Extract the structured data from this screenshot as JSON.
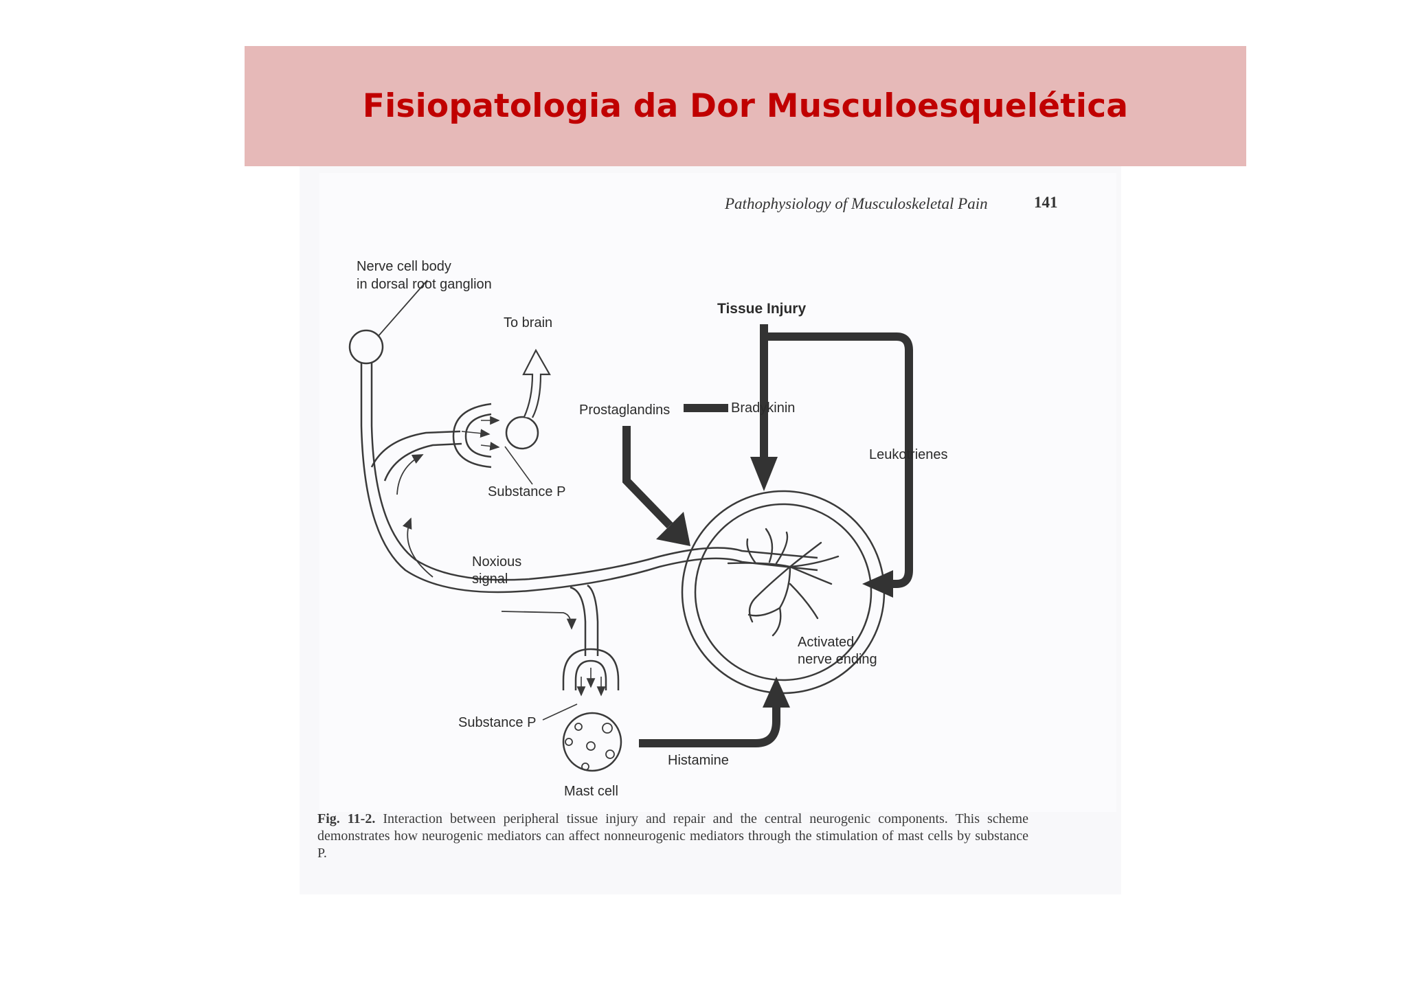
{
  "slide": {
    "title": "Fisiopatologia da Dor Musculoesquelética"
  },
  "scan": {
    "running_head": "Pathophysiology of Musculoskeletal Pain",
    "page_number": "141"
  },
  "diagram": {
    "labels": {
      "nerve_cell_body_line1": "Nerve cell body",
      "nerve_cell_body_line2": "in dorsal root ganglion",
      "to_brain": "To brain",
      "substance_p_top": "Substance P",
      "tissue_injury": "Tissue Injury",
      "prostaglandins": "Prostaglandins",
      "bradykinin": "Bradykinin",
      "leukotrienes": "Leukotrienes",
      "noxious_signal_line1": "Noxious",
      "noxious_signal_line2": "signal",
      "activated_nerve_ending_line1": "Activated",
      "activated_nerve_ending_line2": "nerve ending",
      "substance_p_bottom": "Substance P",
      "histamine": "Histamine",
      "mast_cell": "Mast cell"
    },
    "colors": {
      "line": "#3a3a3a",
      "thick_arrow": "#333333"
    }
  },
  "caption": {
    "label": "Fig. 11-2.",
    "text": "Interaction between peripheral tissue injury and repair and the central neurogenic components. This scheme demonstrates how neurogenic mediators can affect nonneurogenic mediators through the stimulation of mast cells by substance P."
  }
}
